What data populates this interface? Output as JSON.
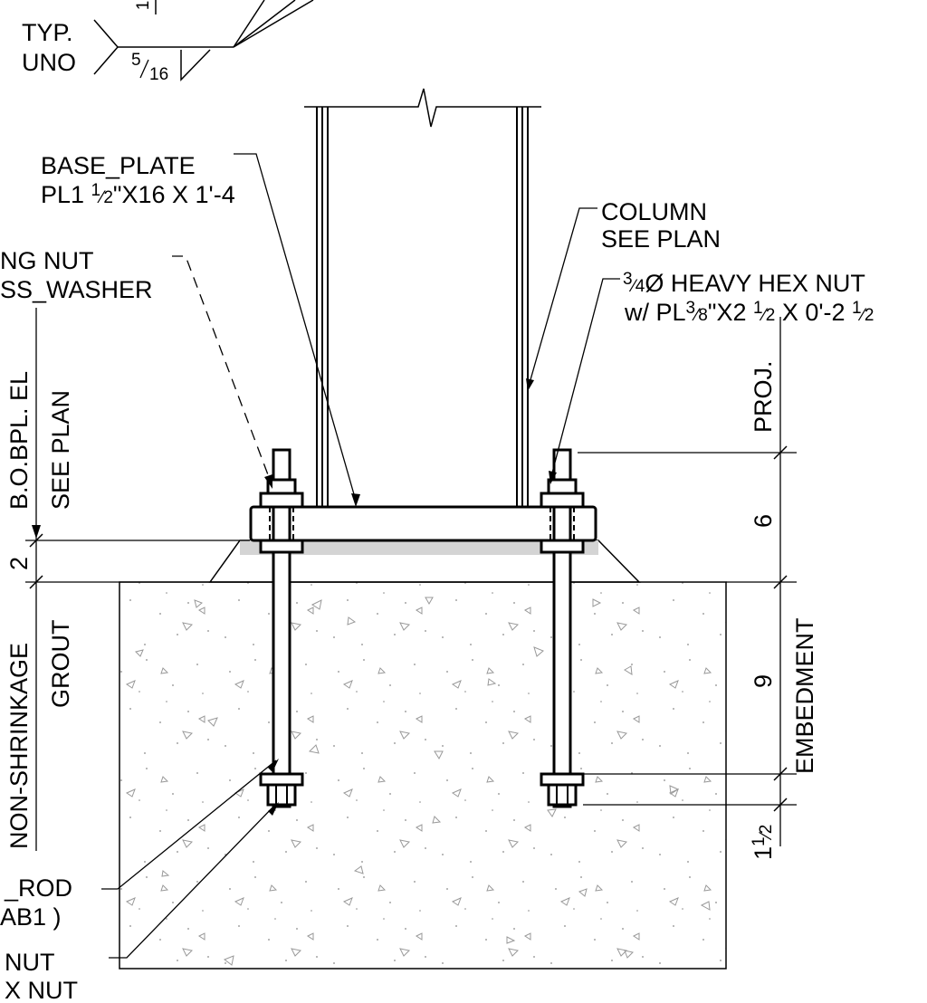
{
  "weld_note": {
    "line1": "TYP.",
    "line2": "UNO",
    "size_num": "5",
    "size_den": "16",
    "top_num": "1"
  },
  "base_plate": {
    "line1": "BASE_PLATE",
    "line2_pre": "PL1 ",
    "line2_num": "1",
    "line2_den": "2",
    "line2_post": "\"X16 X 1'-4"
  },
  "column": {
    "line1": "COLUMN",
    "line2": "SEE PLAN"
  },
  "leveling": {
    "line1": "NG NUT",
    "line2": "SS_WASHER"
  },
  "hex_nut": {
    "num1": "3",
    "den1": "4",
    "post1": "Ø HEAVY HEX NUT",
    "pre2": "w/ PL",
    "num2": "3",
    "den2": "8",
    "mid2": "\"X2 ",
    "num3": "1",
    "den3": "2",
    "mid3": " X 0'-2 ",
    "num4": "1",
    "den4": "2"
  },
  "left_vertical": {
    "elev1": "B.O.BPL. EL",
    "elev2": "SEE PLAN",
    "grout_dim": "2",
    "grout1": "NON-SHRINKAGE",
    "grout2": "GROUT"
  },
  "right_dims": {
    "proj": "PROJ.",
    "six": "6",
    "nine": "9",
    "embedment": "EMBEDMENT",
    "last_whole": "1",
    "last_num": "1",
    "last_den": "2"
  },
  "anchor_rod": {
    "line1": "_ROD",
    "line2": "AB1 )"
  },
  "bottom_nut": {
    "line1": "NUT",
    "line2": "X  NUT"
  }
}
